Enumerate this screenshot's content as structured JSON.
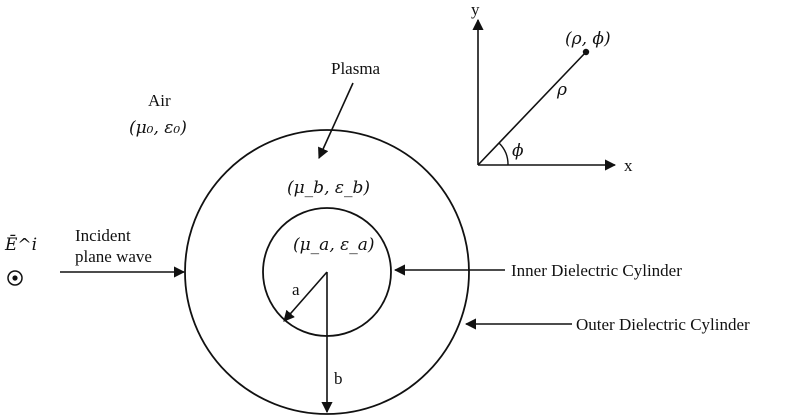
{
  "colors": {
    "ink": "#111111",
    "background": "#ffffff"
  },
  "labels": {
    "air": "Air",
    "air_params": "(μ₀, ε₀)",
    "plasma": "Plasma",
    "plasma_params": "(μ_b, ε_b)",
    "core_params": "(μ_a, ε_a)",
    "incident_field": "Ē^i",
    "incident_line1": "Incident",
    "incident_line2": "plane wave",
    "inner_cylinder": "Inner Dielectric Cylinder",
    "outer_cylinder": "Outer Dielectric Cylinder",
    "radius_a": "a",
    "radius_b": "b"
  },
  "axes": {
    "x": "x",
    "y": "y",
    "point": "(ρ, ϕ)",
    "rho": "ρ",
    "phi": "ϕ"
  }
}
